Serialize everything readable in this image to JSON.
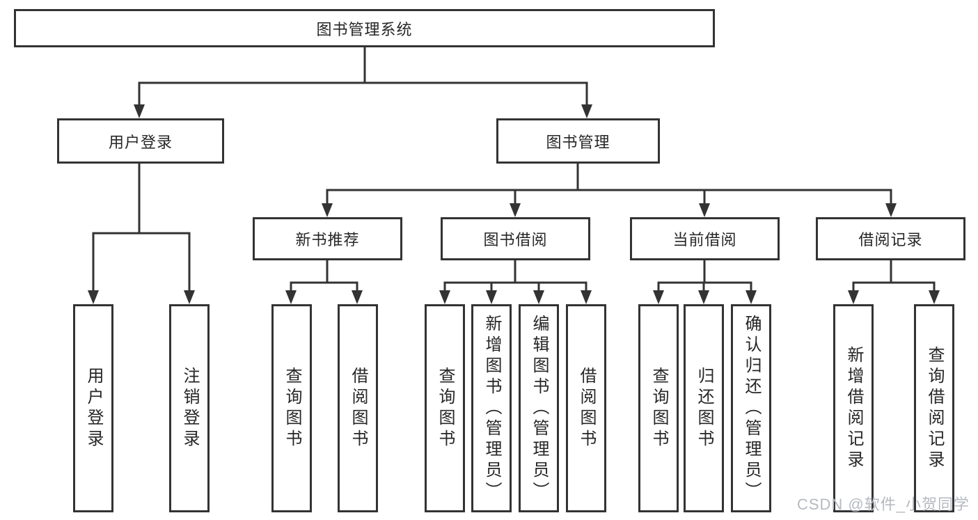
{
  "colors": {
    "line": "#333333",
    "text": "#262626",
    "background": "#ffffff",
    "watermark": "#b5bac0"
  },
  "nodes": {
    "root": {
      "label": "图书管理系统"
    },
    "l2_user_login": {
      "label": "用户登录"
    },
    "l2_book_mgmt": {
      "label": "图书管理"
    },
    "l3_new_book": {
      "label": "新书推荐"
    },
    "l3_book_borrow": {
      "label": "图书借阅"
    },
    "l3_current_borrow": {
      "label": "当前借阅"
    },
    "l3_borrow_record": {
      "label": "借阅记录"
    },
    "leaf_user_login": {
      "label": "用户登录"
    },
    "leaf_logout": {
      "label": "注销登录"
    },
    "leaf_nb_query_book": {
      "label": "查询图书"
    },
    "leaf_nb_borrow_book": {
      "label": "借阅图书"
    },
    "leaf_bb_query_book": {
      "label": "查询图书"
    },
    "leaf_bb_add_book": {
      "label": "新增图书（管理员）"
    },
    "leaf_bb_edit_book": {
      "label": "编辑图书（管理员）"
    },
    "leaf_bb_borrow_book": {
      "label": "借阅图书"
    },
    "leaf_cb_query_book": {
      "label": "查询图书"
    },
    "leaf_cb_return_book": {
      "label": "归还图书"
    },
    "leaf_cb_confirm_return": {
      "label": "确认归还（管理员）"
    },
    "leaf_br_add_record": {
      "label": "新增借阅记录"
    },
    "leaf_br_query_record": {
      "label": "查询借阅记录"
    }
  },
  "watermark": {
    "text": "CSDN @软件_小贺同学"
  }
}
